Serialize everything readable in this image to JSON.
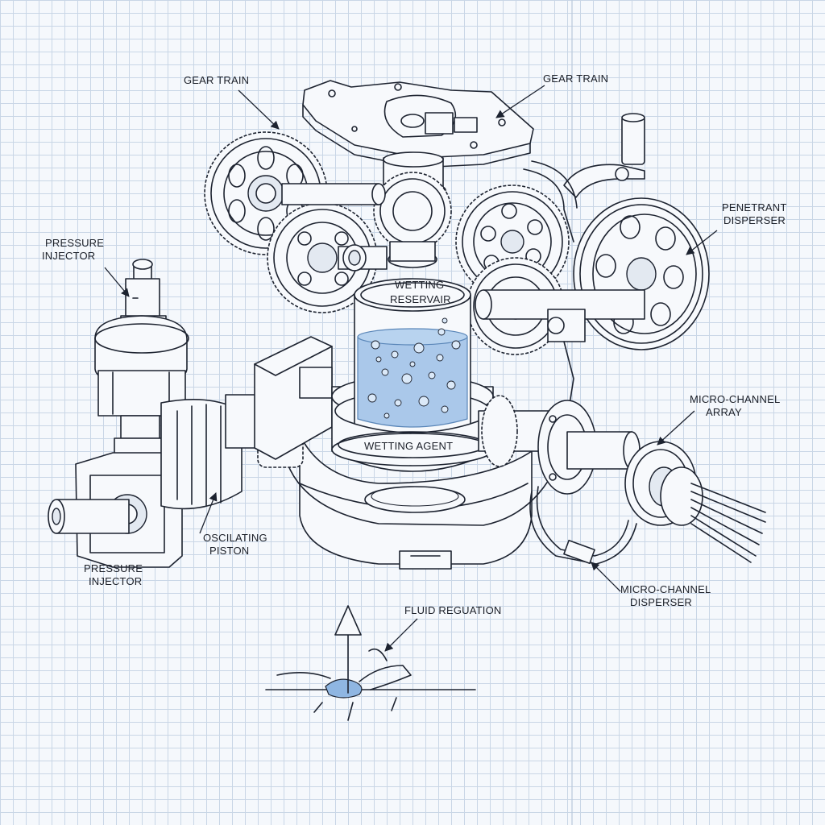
{
  "labels": {
    "gear_train_left": "GEAR TRAIN",
    "gear_train_right": "GEAR TRAIN",
    "pressure_injector_top_1": "PRESSURE",
    "pressure_injector_top_2": "INJECTOR",
    "penetrant_disperser_1": "PENETRANT",
    "penetrant_disperser_2": "DISPERSER",
    "wetting_reservoir_1": "WETTING",
    "wetting_reservoir_2": "RESERVAIR",
    "wetting_agent": "WETTING AGENT",
    "micro_channel_array_1": "MICRO-CHANNEL",
    "micro_channel_array_2": "ARRAY",
    "oscillating_piston_1": "OSCILATING",
    "oscillating_piston_2": "PISTON",
    "pressure_injector_bottom_1": "PRESSURE",
    "pressure_injector_bottom_2": "INJECTOR",
    "micro_channel_disperser_1": "MICRO-CHANNEL",
    "micro_channel_disperser_2": "DISPERSER",
    "fluid_regulation": "FLUID REGUATION"
  },
  "colors": {
    "ink": "#1d2330",
    "grid": "#c9d6e6",
    "paper": "#f5f8fc",
    "fluid": "#9cc0e6",
    "fluid_dark": "#6f9fd4"
  }
}
